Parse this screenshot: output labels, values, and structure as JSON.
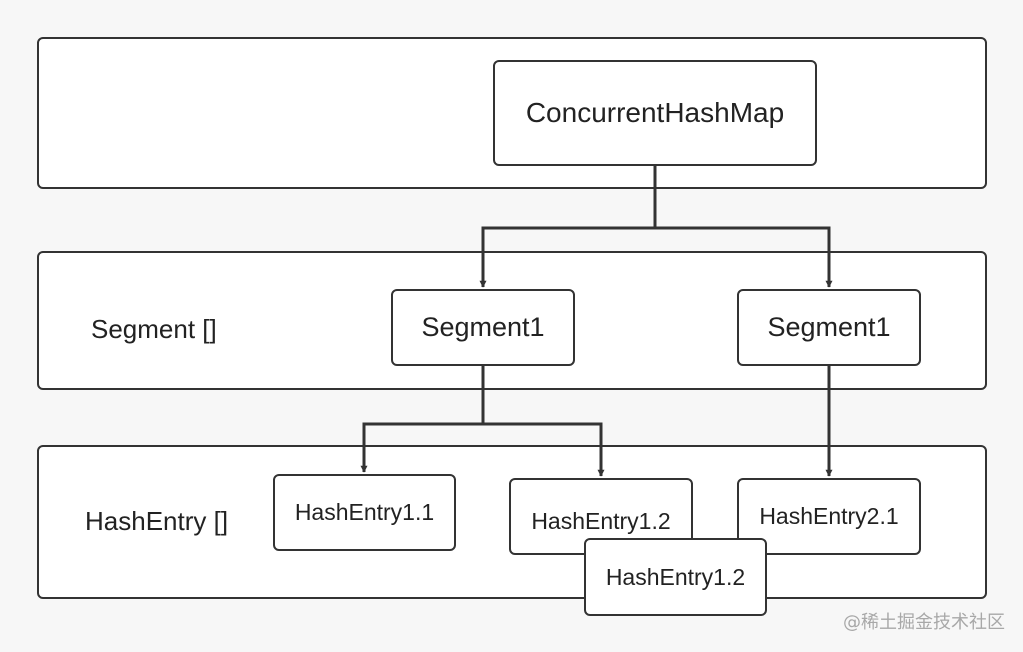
{
  "diagram": {
    "layers": {
      "top": {
        "label": ""
      },
      "segment": {
        "label": "Segment []"
      },
      "hashentry": {
        "label": "HashEntry []"
      }
    },
    "nodes": {
      "concurrent_hash_map": "ConcurrentHashMap",
      "segment_left": "Segment1",
      "segment_right": "Segment1",
      "hashentry_1_1": "HashEntry1.1",
      "hashentry_1_2": "HashEntry1.2",
      "hashentry_1_2_chained": "HashEntry1.2",
      "hashentry_2_1": "HashEntry2.1"
    },
    "edges": [
      {
        "from": "ConcurrentHashMap",
        "to": "Segment1 (left)"
      },
      {
        "from": "ConcurrentHashMap",
        "to": "Segment1 (right)"
      },
      {
        "from": "Segment1 (left)",
        "to": "HashEntry1.1"
      },
      {
        "from": "Segment1 (left)",
        "to": "HashEntry1.2"
      },
      {
        "from": "Segment1 (right)",
        "to": "HashEntry2.1"
      }
    ]
  },
  "watermark": "@稀土掘金技术社区",
  "colors": {
    "background": "#f7f7f7",
    "box_fill": "#ffffff",
    "stroke": "#333333",
    "watermark": "#a8a8a8"
  }
}
